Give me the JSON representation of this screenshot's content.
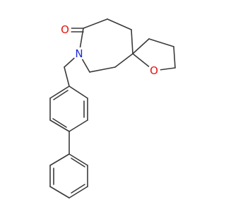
{
  "molecule": {
    "atom_labels": {
      "oxygen_carbonyl": "O",
      "nitrogen": "N",
      "oxygen_ring": "O"
    },
    "colors": {
      "bond": "#3a3a3a",
      "oxygen": "#e8120c",
      "nitrogen": "#1f2bd6",
      "background": "#ffffff"
    }
  }
}
